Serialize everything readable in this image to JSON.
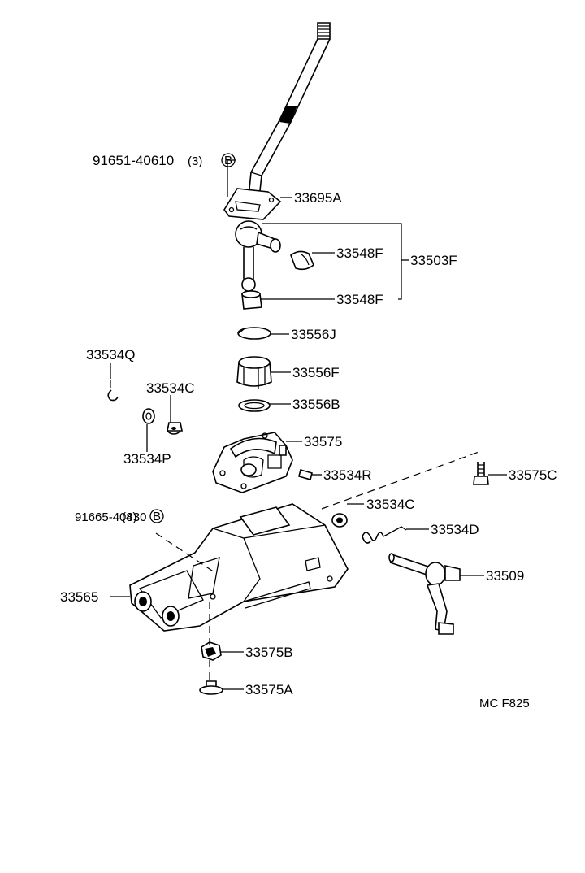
{
  "diagram": {
    "footer_code": "MC F825",
    "labels": {
      "p91651": "91651-40610",
      "q91651": "(3)",
      "b1": "B",
      "p33695A": "33695A",
      "p33548F_a": "33548F",
      "p33503F": "33503F",
      "p33548F_b": "33548F",
      "p33556J": "33556J",
      "p33534Q": "33534Q",
      "p33556F": "33556F",
      "p33534C_a": "33534C",
      "p33556B": "33556B",
      "p33534P": "33534P",
      "p33575": "33575",
      "p33534R": "33534R",
      "p33575C": "33575C",
      "p33534C_b": "33534C",
      "p91665": "91665-40830",
      "q91665": "(4)",
      "b2": "B",
      "p33534D": "33534D",
      "p33509": "33509",
      "p33565": "33565",
      "p33575B": "33575B",
      "p33575A": "33575A"
    }
  }
}
